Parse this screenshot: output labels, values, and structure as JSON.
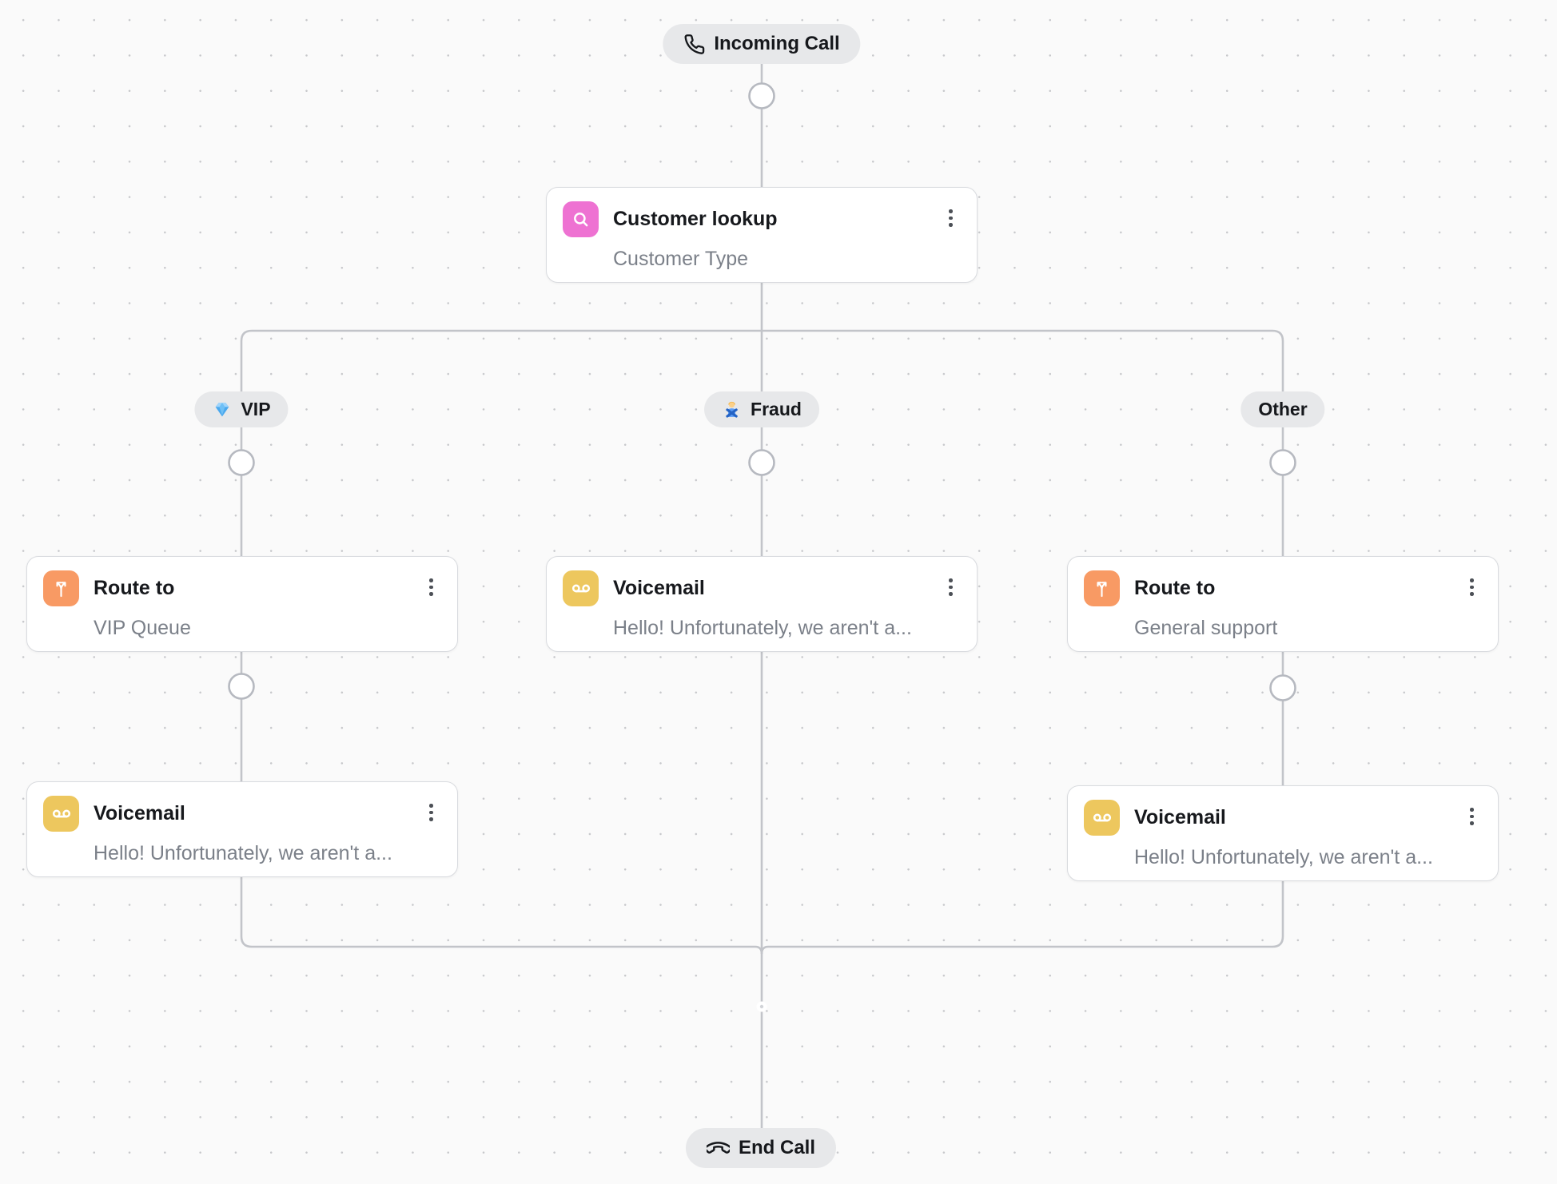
{
  "canvas": {
    "background_color": "#fafafa",
    "dot_grid_color": "#c7c8cb",
    "wire_color": "#c2c4c9",
    "pill_bg_color": "#e7e8ea"
  },
  "pills": {
    "incoming": {
      "label": "Incoming Call",
      "icon": "phone-icon"
    },
    "vip": {
      "label": "VIP",
      "emoji": "💎",
      "icon": "diamond-emoji-icon"
    },
    "fraud": {
      "label": "Fraud",
      "emoji": "🙅‍♂️",
      "icon": "man-gesturing-no-emoji-icon"
    },
    "other": {
      "label": "Other"
    },
    "end": {
      "label": "End Call",
      "icon": "phone-hangup-icon"
    }
  },
  "cards": {
    "customer_lookup": {
      "title": "Customer lookup",
      "subtitle": "Customer Type",
      "icon": "search-icon",
      "icon_color": "#ee72d2"
    },
    "route_vip": {
      "title": "Route to",
      "subtitle": "VIP Queue",
      "icon": "route-split-icon",
      "icon_color": "#f89a64"
    },
    "voicemail_fraud": {
      "title": "Voicemail",
      "subtitle": "Hello! Unfortunately, we aren't a...",
      "icon": "voicemail-icon",
      "icon_color": "#edc75e"
    },
    "route_other": {
      "title": "Route to",
      "subtitle": "General support",
      "icon": "route-split-icon",
      "icon_color": "#f89a64"
    },
    "voicemail_vip": {
      "title": "Voicemail",
      "subtitle": "Hello! Unfortunately, we aren't a...",
      "icon": "voicemail-icon",
      "icon_color": "#edc75e"
    },
    "voicemail_other": {
      "title": "Voicemail",
      "subtitle": "Hello! Unfortunately, we aren't a...",
      "icon": "voicemail-icon",
      "icon_color": "#edc75e"
    }
  },
  "menu": {
    "kebab_label": "node options"
  }
}
